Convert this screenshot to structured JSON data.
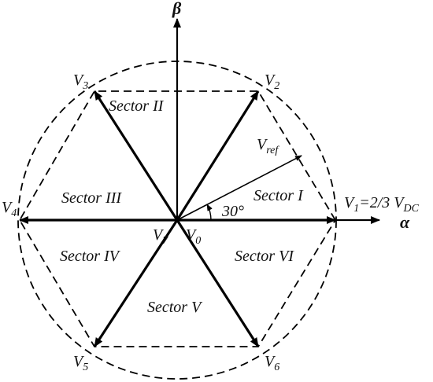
{
  "axes": {
    "alpha": "α",
    "beta": "β"
  },
  "vectors": {
    "v1": {
      "name": "V",
      "sub": "1",
      "suffix": "=2/3 V",
      "suffix_sub": "DC"
    },
    "v2": {
      "name": "V",
      "sub": "2"
    },
    "v3": {
      "name": "V",
      "sub": "3"
    },
    "v4": {
      "name": "V",
      "sub": "4"
    },
    "v5": {
      "name": "V",
      "sub": "5"
    },
    "v6": {
      "name": "V",
      "sub": "6"
    },
    "v7": {
      "name": "V",
      "sub": "7"
    },
    "v0": {
      "name": "V",
      "sub": "0"
    },
    "vref": {
      "name": "V",
      "sub": "ref"
    }
  },
  "sectors": {
    "s1": "Sector I",
    "s2": "Sector II",
    "s3": "Sector III",
    "s4": "Sector IV",
    "s5": "Sector V",
    "s6": "Sector VI"
  },
  "angle": {
    "label": "30°"
  }
}
